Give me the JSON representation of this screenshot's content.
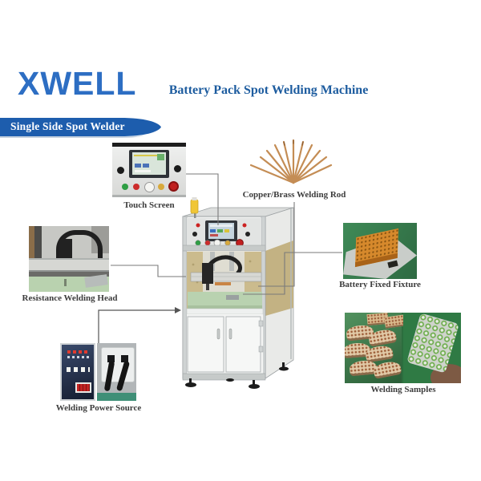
{
  "brand": {
    "logo": "XWELL"
  },
  "header": {
    "title": "Battery Pack Spot Welding Machine",
    "banner": "Single Side Spot Welder"
  },
  "callouts": {
    "touch_screen": {
      "label": "Touch Screen"
    },
    "welding_rod": {
      "label": "Copper/Brass Welding Rod"
    },
    "resistance_head": {
      "label": "Resistance Welding Head"
    },
    "battery_fixture": {
      "label": "Battery Fixed Fixture"
    },
    "power_source": {
      "label": "Welding Power Source"
    },
    "welding_samples": {
      "label": "Welding Samples"
    }
  },
  "colors": {
    "brand_blue": "#2d6ec3",
    "title_blue": "#1d5c9f",
    "banner_blue": "#1d5dad",
    "rod_copper": "#c48d55",
    "fixture_orange": "#d6892c",
    "table_green": "#b9d2b0",
    "sample_green": "#2c6e3e"
  }
}
